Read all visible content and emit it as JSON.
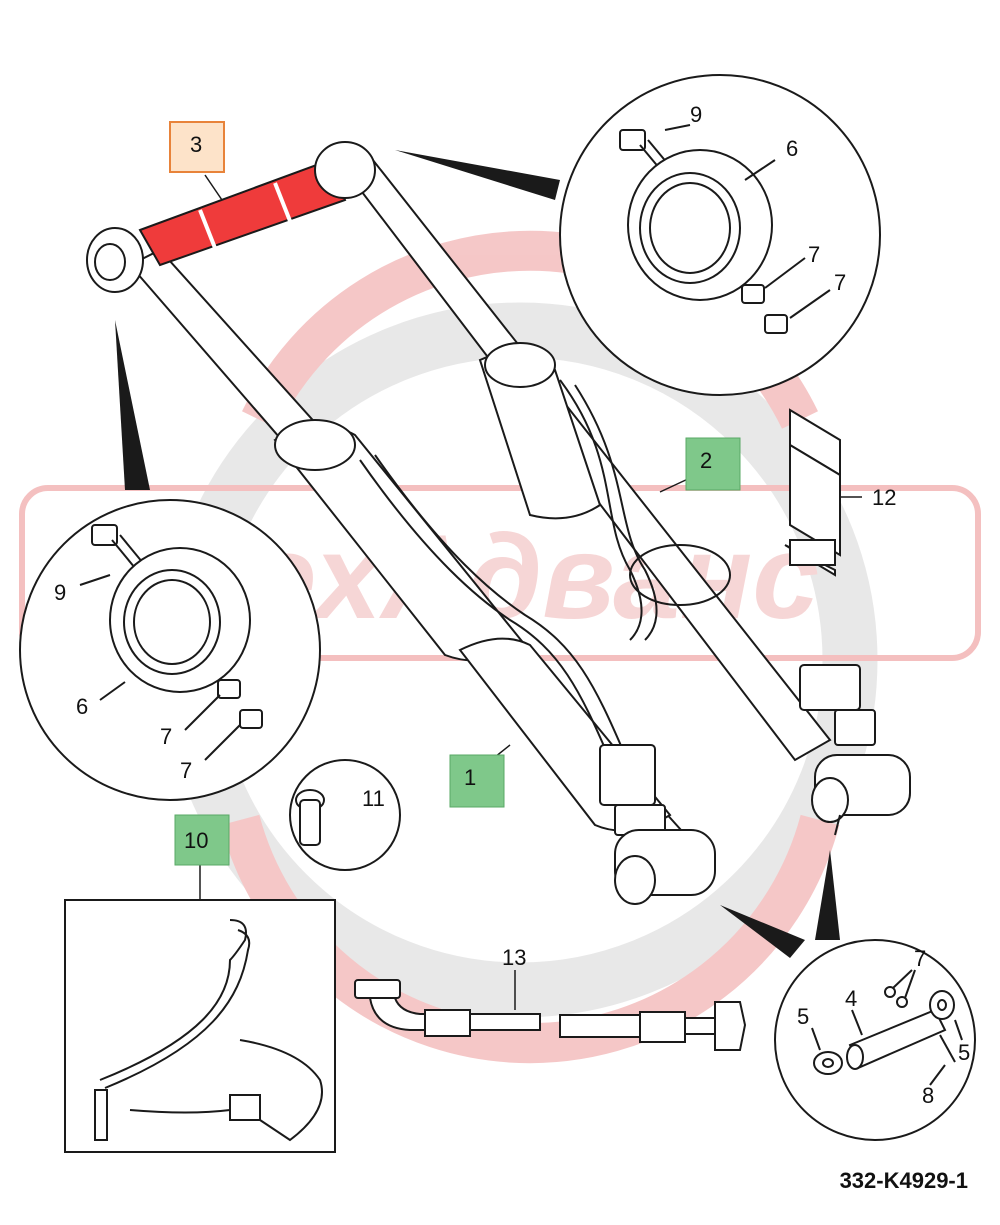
{
  "diagram": {
    "drawing_code": "332-K4929-1",
    "watermark_text": "ТехАдванс",
    "colors": {
      "line": "#1a1a1a",
      "highlight_fill": "#ef3b3b",
      "highlight_box_fill": "#fde3c9",
      "highlight_box_border": "#e8833a",
      "green_box_fill": "#7fc88a",
      "green_box_border": "#5aa966",
      "watermark": "#f3b9b9",
      "watermark_gray": "#e3e3e3"
    },
    "callouts": {
      "c1": "1",
      "c2": "2",
      "c3": "3",
      "c4": "4",
      "c5a": "5",
      "c5b": "5",
      "c6a": "6",
      "c6b": "6",
      "c7a": "7",
      "c7b": "7",
      "c7c": "7",
      "c7d": "7",
      "c7e": "7",
      "c8": "8",
      "c9a": "9",
      "c9b": "9",
      "c10": "10",
      "c11": "11",
      "c12": "12",
      "c13": "13"
    }
  }
}
